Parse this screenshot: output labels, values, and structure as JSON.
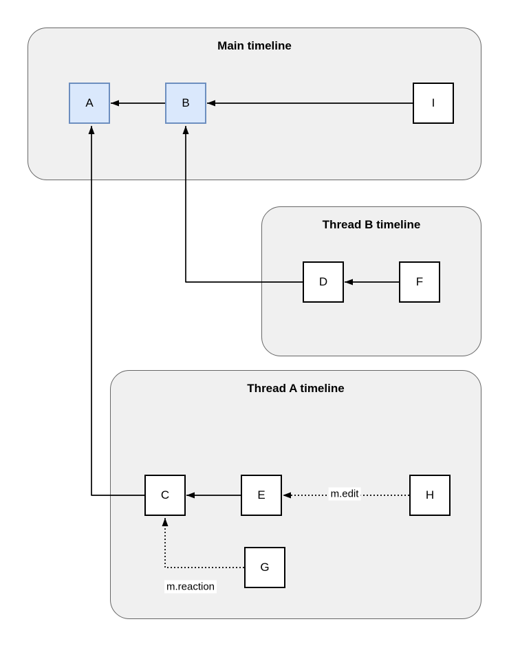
{
  "diagram": {
    "type": "event-graph",
    "groups": [
      {
        "id": "main-timeline",
        "title": "Main timeline"
      },
      {
        "id": "thread-b-timeline",
        "title": "Thread B timeline"
      },
      {
        "id": "thread-a-timeline",
        "title": "Thread A timeline"
      }
    ],
    "nodes": [
      {
        "id": "A",
        "label": "A",
        "group": "main-timeline",
        "highlighted": true
      },
      {
        "id": "B",
        "label": "B",
        "group": "main-timeline",
        "highlighted": true
      },
      {
        "id": "I",
        "label": "I",
        "group": "main-timeline",
        "highlighted": false
      },
      {
        "id": "D",
        "label": "D",
        "group": "thread-b-timeline",
        "highlighted": false
      },
      {
        "id": "F",
        "label": "F",
        "group": "thread-b-timeline",
        "highlighted": false
      },
      {
        "id": "C",
        "label": "C",
        "group": "thread-a-timeline",
        "highlighted": false
      },
      {
        "id": "E",
        "label": "E",
        "group": "thread-a-timeline",
        "highlighted": false
      },
      {
        "id": "H",
        "label": "H",
        "group": "thread-a-timeline",
        "highlighted": false
      },
      {
        "id": "G",
        "label": "G",
        "group": "thread-a-timeline",
        "highlighted": false
      }
    ],
    "edges": [
      {
        "from": "B",
        "to": "A",
        "style": "solid",
        "label": ""
      },
      {
        "from": "I",
        "to": "B",
        "style": "solid",
        "label": ""
      },
      {
        "from": "F",
        "to": "D",
        "style": "solid",
        "label": ""
      },
      {
        "from": "D",
        "to": "B",
        "style": "solid",
        "label": ""
      },
      {
        "from": "E",
        "to": "C",
        "style": "solid",
        "label": ""
      },
      {
        "from": "C",
        "to": "A",
        "style": "solid",
        "label": ""
      },
      {
        "from": "H",
        "to": "E",
        "style": "dotted",
        "label": "m.edit"
      },
      {
        "from": "G",
        "to": "C",
        "style": "dotted",
        "label": "m.reaction"
      }
    ],
    "colors": {
      "group_fill": "#f0f0f0",
      "group_border": "#666666",
      "node_fill": "#ffffff",
      "node_border": "#000000",
      "highlight_fill": "#dae8fc",
      "highlight_border": "#6c8ebf",
      "arrow": "#000000"
    }
  }
}
